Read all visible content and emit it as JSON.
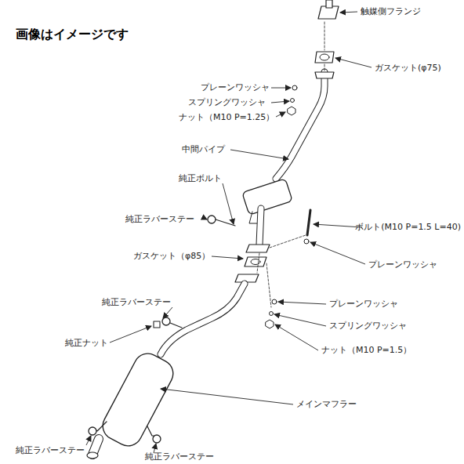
{
  "diagram": {
    "title": "画像はイメージです",
    "labels": [
      "触媒側フランジ",
      "ガスケット(φ75)",
      "プレーンワッシャ",
      "スプリングワッシャ",
      "ナット（M10 P=1.25）",
      "中間パイプ",
      "純正ボルト",
      "純正ラバーステー",
      "ボルト(M10 P=1.5 L=40)",
      "ガスケット（φ85）",
      "プレーンワッシャ",
      "純正ラバーステー",
      "プレーンワッシャ",
      "スプリングワッシャ",
      "純正ナット",
      "ナット（M10 P=1.5）",
      "メインマフラー",
      "純正ラバーステー",
      "純正ラバーステー"
    ]
  }
}
